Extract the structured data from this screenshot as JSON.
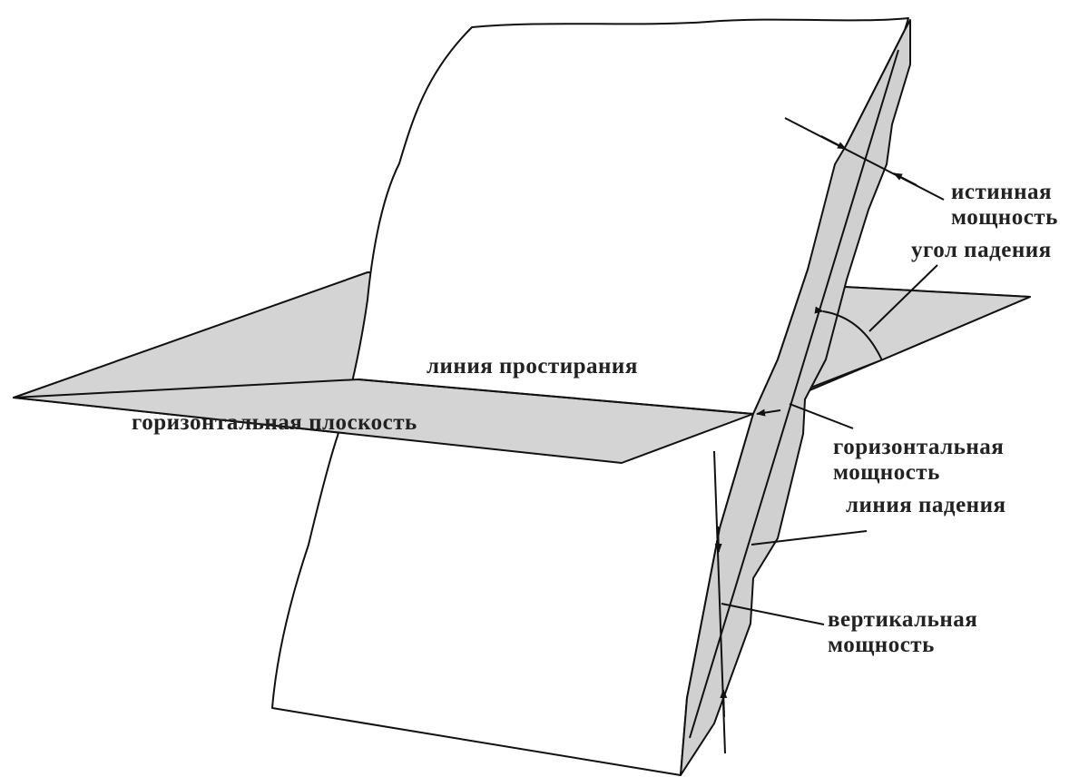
{
  "colors": {
    "plane_fill": "#d4d4d4",
    "vein_fill": "#d0d0d0",
    "line": "#111111"
  },
  "labels": {
    "true_thickness": [
      "истинная",
      "мощность"
    ],
    "dip_angle": "угол падения",
    "strike_line": "линия простирания",
    "horizontal_plane": "горизонтальная плоскость",
    "horizontal_thickness": [
      "горизонтальная",
      "мощность"
    ],
    "dip_line": "линия падения",
    "vertical_thickness": [
      "вертикальная",
      "мощность"
    ]
  }
}
